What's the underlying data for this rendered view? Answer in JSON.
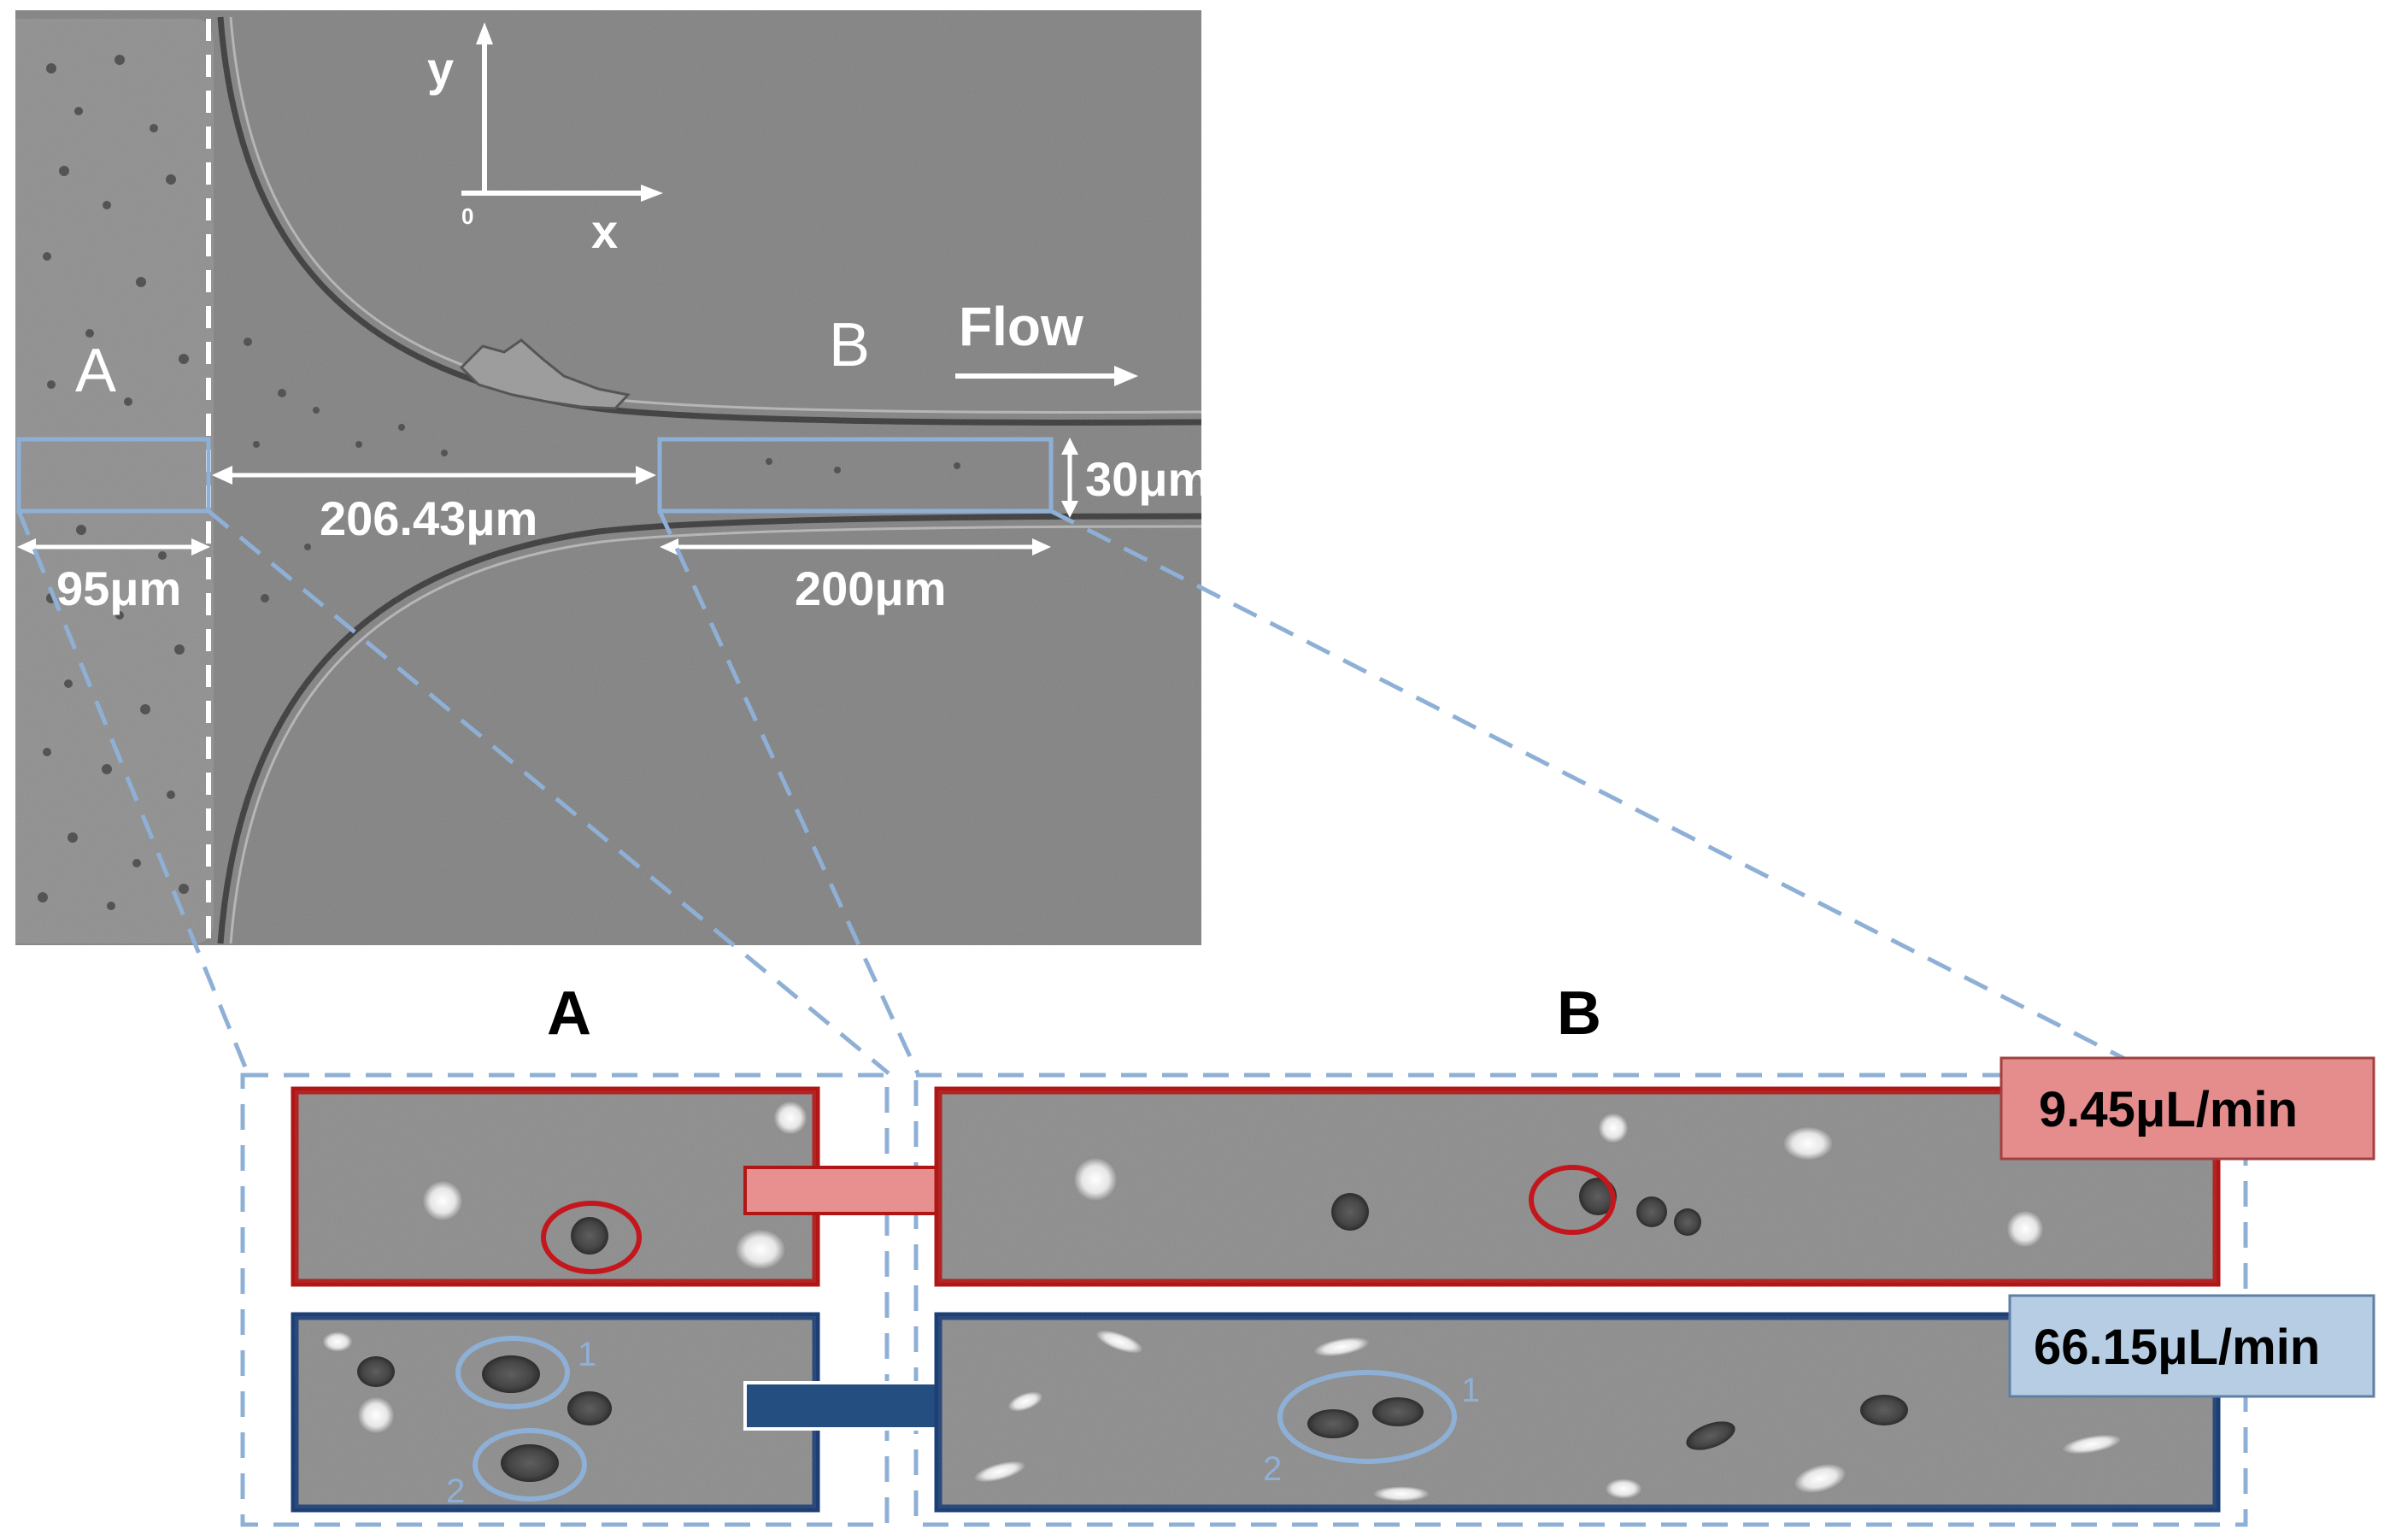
{
  "micrograph": {
    "region_a_letter": "A",
    "region_b_letter": "B",
    "flow_label": "Flow",
    "axis_y": "y",
    "axis_x": "x",
    "axis_origin": "0",
    "gap_label": "206.43μm",
    "width_a_label": "95μm",
    "width_b_label": "200μm",
    "height_label": "30μm"
  },
  "zoom_panels": {
    "panel_a_title": "A",
    "panel_b_title": "B",
    "low_flow": {
      "rate_label": "9.45μL/min",
      "color": "#e58c8c",
      "border_color": "#b01616"
    },
    "high_flow": {
      "rate_label": "66.15μL/min",
      "color": "#b6cde3",
      "border_color": "#1d3f75",
      "cell_tag_1": "1",
      "cell_tag_2": "2"
    }
  },
  "colors": {
    "highlight_blue": "#8fb0d6",
    "arrow_red": "#e8908f",
    "arrow_blue": "#244d80"
  }
}
